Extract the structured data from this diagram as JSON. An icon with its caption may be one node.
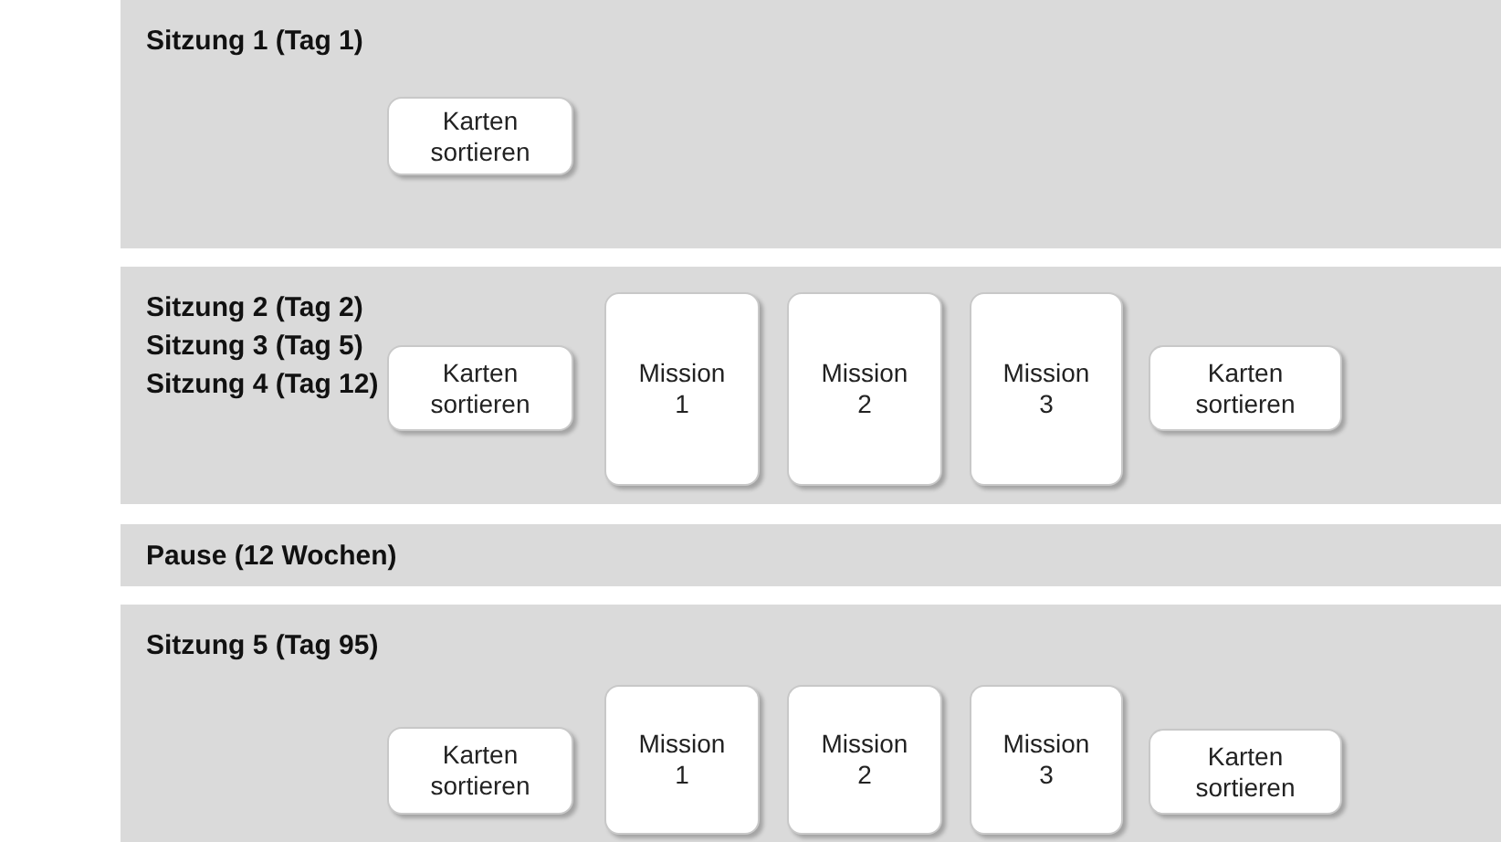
{
  "diagram": {
    "nodes": [
      {
        "text": [
          "Sitzung 1 (Tag 1)"
        ]
      },
      {
        "text": [
          "Karten sortieren"
        ],
        "in": 0
      },
      {
        "text": [
          "Sitzung 2 (Tag 2)",
          "Sitzung 3 (Tag 5)",
          "Sitzung 4 (Tag 12)"
        ]
      },
      {
        "text": [
          "Karten sortieren"
        ],
        "in": 2
      },
      {
        "text": [
          "Mission 1"
        ],
        "in": 2
      },
      {
        "text": [
          "Mission 2"
        ],
        "in": 2
      },
      {
        "text": [
          "Mission 3"
        ],
        "in": 2
      },
      {
        "text": [
          "Karten sortieren"
        ],
        "in": 2
      },
      {
        "text": [
          "Pause (12 Wochen)"
        ]
      },
      {
        "text": [
          "Sitzung 5 (Tag 95)"
        ]
      },
      {
        "text": [
          "Karten sortieren"
        ],
        "in": 9
      },
      {
        "text": [
          "Mission 1"
        ],
        "in": 9
      },
      {
        "text": [
          "Mission 2"
        ],
        "in": 9
      },
      {
        "text": [
          "Mission 3"
        ],
        "in": 9
      },
      {
        "text": [
          "Karten sortieren"
        ],
        "in": 9
      }
    ]
  }
}
